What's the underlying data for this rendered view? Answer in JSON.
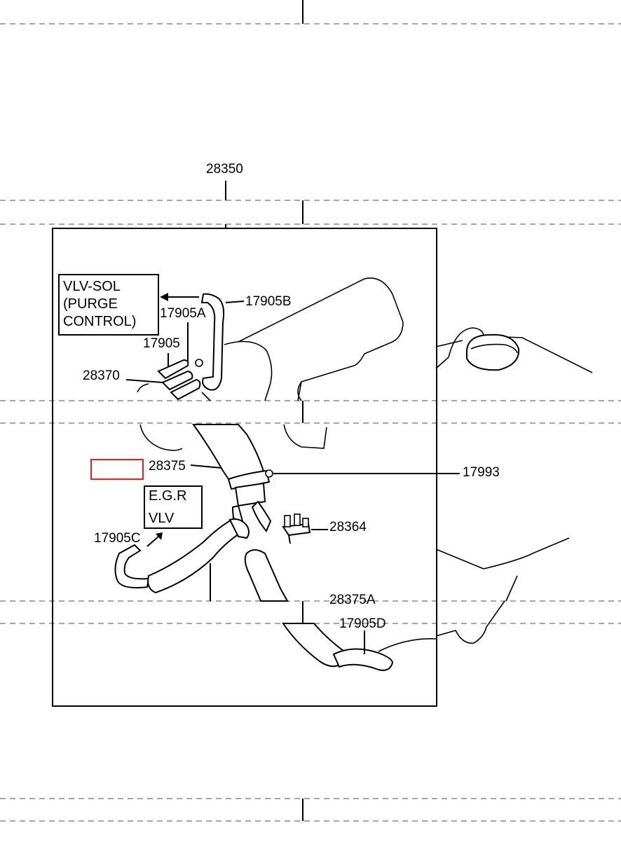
{
  "diagram": {
    "part_labels": {
      "p28350": "28350",
      "p17905B": "17905B",
      "p17905A": "17905A",
      "p17905": "17905",
      "p28370": "28370",
      "p28375": "28375",
      "p17993": "17993",
      "p28364": "28364",
      "p17905C": "17905C",
      "p28375A": "28375A",
      "p17905D": "17905D"
    },
    "callout_boxes": {
      "vlv_sol": {
        "line1": "VLV-SOL",
        "line2": "(PURGE",
        "line3": "CONTROL)"
      },
      "egr_vlv": {
        "line1": "E.G.R",
        "line2": "VLV"
      }
    },
    "highlight_color": "#e8201c",
    "line_color": "#000000"
  }
}
